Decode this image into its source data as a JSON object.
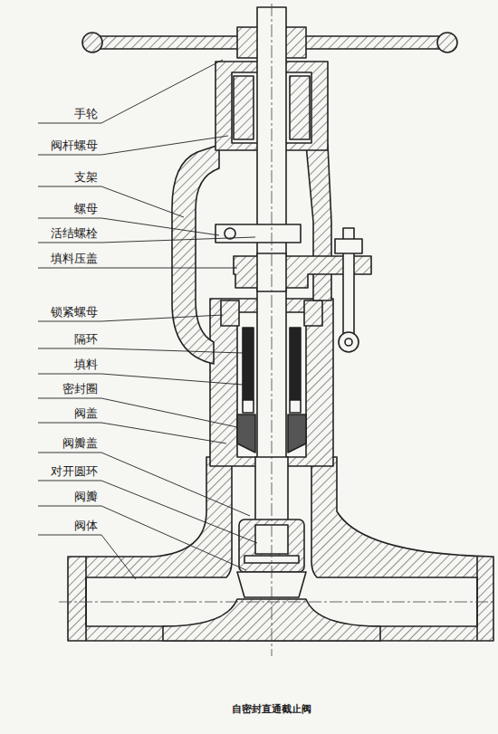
{
  "diagram": {
    "caption": "自密封直通截止阀",
    "labels": [
      "手轮",
      "阀杆螺母",
      "支架",
      "螺母",
      "活结螺栓",
      "填料压盖",
      "锁紧螺母",
      "隔环",
      "填料",
      "密封圈",
      "阀盖",
      "阀瓣盖",
      "对开圆环",
      "阀瓣",
      "阀体"
    ]
  }
}
